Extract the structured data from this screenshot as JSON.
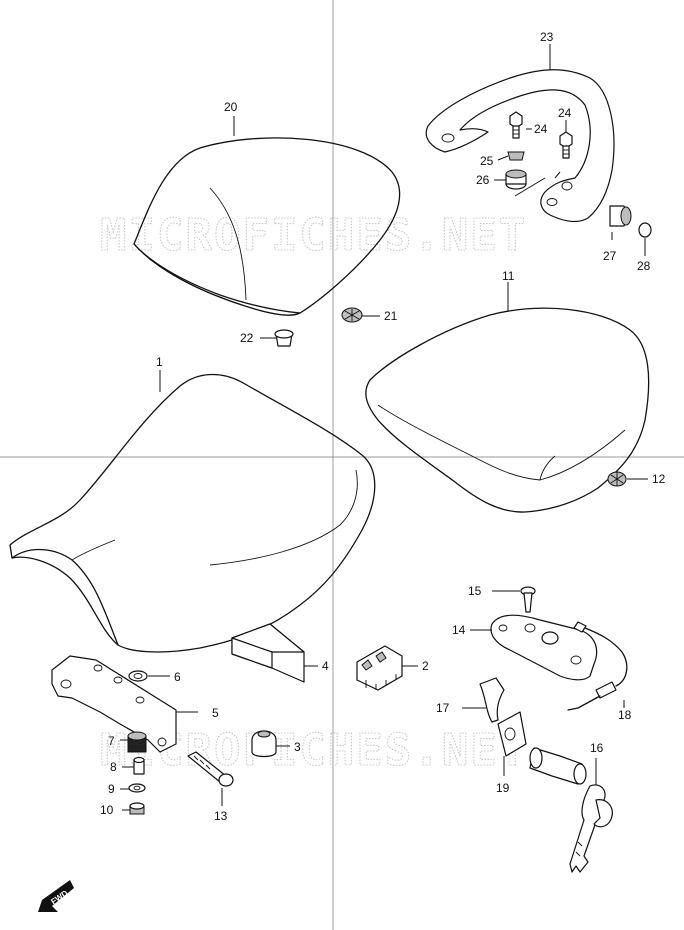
{
  "diagram": {
    "watermark": "MICROFICHES.NET",
    "direction_label": "FWD",
    "callouts": [
      "1",
      "2",
      "3",
      "4",
      "5",
      "6",
      "7",
      "8",
      "9",
      "10",
      "11",
      "12",
      "13",
      "14",
      "15",
      "16",
      "17",
      "18",
      "19",
      "20",
      "21",
      "22",
      "23",
      "24",
      "24",
      "25",
      "26",
      "27",
      "28"
    ]
  }
}
